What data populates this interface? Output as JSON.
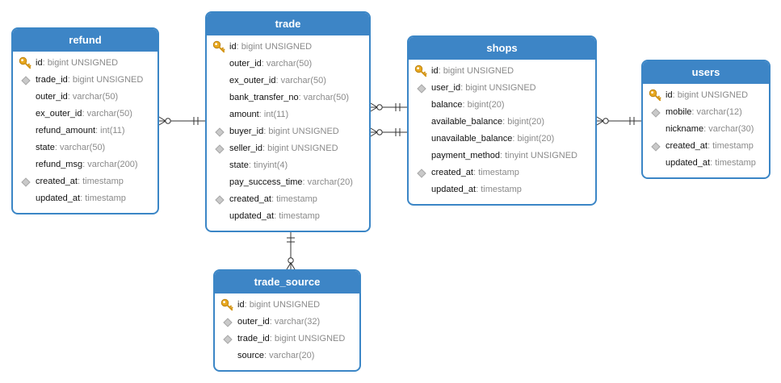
{
  "tables": {
    "refund": {
      "title": "refund",
      "fields": [
        {
          "name": "id",
          "type": "bigint UNSIGNED",
          "icon": "key-icon"
        },
        {
          "name": "trade_id",
          "type": "bigint UNSIGNED",
          "icon": "diamond-icon"
        },
        {
          "name": "outer_id",
          "type": "varchar(50)",
          "icon": ""
        },
        {
          "name": "ex_outer_id",
          "type": "varchar(50)",
          "icon": ""
        },
        {
          "name": "refund_amount",
          "type": "int(11)",
          "icon": ""
        },
        {
          "name": "state",
          "type": "varchar(50)",
          "icon": ""
        },
        {
          "name": "refund_msg",
          "type": "varchar(200)",
          "icon": ""
        },
        {
          "name": "created_at",
          "type": "timestamp",
          "icon": "diamond-icon"
        },
        {
          "name": "updated_at",
          "type": "timestamp",
          "icon": ""
        }
      ]
    },
    "trade": {
      "title": "trade",
      "fields": [
        {
          "name": "id",
          "type": "bigint UNSIGNED",
          "icon": "key-icon"
        },
        {
          "name": "outer_id",
          "type": "varchar(50)",
          "icon": ""
        },
        {
          "name": "ex_outer_id",
          "type": "varchar(50)",
          "icon": ""
        },
        {
          "name": "bank_transfer_no",
          "type": "varchar(50)",
          "icon": ""
        },
        {
          "name": "amount",
          "type": "int(11)",
          "icon": ""
        },
        {
          "name": "buyer_id",
          "type": "bigint UNSIGNED",
          "icon": "diamond-icon"
        },
        {
          "name": "seller_id",
          "type": "bigint UNSIGNED",
          "icon": "diamond-icon"
        },
        {
          "name": "state",
          "type": "tinyint(4)",
          "icon": ""
        },
        {
          "name": "pay_success_time",
          "type": "varchar(20)",
          "icon": ""
        },
        {
          "name": "created_at",
          "type": "timestamp",
          "icon": "diamond-icon"
        },
        {
          "name": "updated_at",
          "type": "timestamp",
          "icon": ""
        }
      ]
    },
    "shops": {
      "title": "shops",
      "fields": [
        {
          "name": "id",
          "type": "bigint UNSIGNED",
          "icon": "key-icon"
        },
        {
          "name": "user_id",
          "type": "bigint UNSIGNED",
          "icon": "diamond-icon"
        },
        {
          "name": "balance",
          "type": "bigint(20)",
          "icon": ""
        },
        {
          "name": "available_balance",
          "type": "bigint(20)",
          "icon": ""
        },
        {
          "name": "unavailable_balance",
          "type": "bigint(20)",
          "icon": ""
        },
        {
          "name": "payment_method",
          "type": "tinyint UNSIGNED",
          "icon": ""
        },
        {
          "name": "created_at",
          "type": "timestamp",
          "icon": "diamond-icon"
        },
        {
          "name": "updated_at",
          "type": "timestamp",
          "icon": ""
        }
      ]
    },
    "users": {
      "title": "users",
      "fields": [
        {
          "name": "id",
          "type": "bigint UNSIGNED",
          "icon": "key-icon"
        },
        {
          "name": "mobile",
          "type": "varchar(12)",
          "icon": "diamond-icon"
        },
        {
          "name": "nickname",
          "type": "varchar(30)",
          "icon": ""
        },
        {
          "name": "created_at",
          "type": "timestamp",
          "icon": "diamond-icon"
        },
        {
          "name": "updated_at",
          "type": "timestamp",
          "icon": ""
        }
      ]
    },
    "trade_source": {
      "title": "trade_source",
      "fields": [
        {
          "name": "id",
          "type": "bigint UNSIGNED",
          "icon": "key-icon"
        },
        {
          "name": "outer_id",
          "type": "varchar(32)",
          "icon": "diamond-icon"
        },
        {
          "name": "trade_id",
          "type": "bigint UNSIGNED",
          "icon": "diamond-icon"
        },
        {
          "name": "source",
          "type": "varchar(20)",
          "icon": ""
        }
      ]
    }
  },
  "relations": [
    {
      "from": "refund",
      "to": "trade",
      "from_end": "many",
      "to_end": "one"
    },
    {
      "from": "trade",
      "to": "shops",
      "from_end": "many",
      "to_end": "one"
    },
    {
      "from": "trade",
      "to": "shops",
      "from_end": "many",
      "to_end": "one"
    },
    {
      "from": "shops",
      "to": "users",
      "from_end": "many",
      "to_end": "one"
    },
    {
      "from": "trade",
      "to": "trade_source",
      "from_end": "one",
      "to_end": "many"
    }
  ],
  "colors": {
    "header": "#3d85c6",
    "border": "#3b86c6",
    "line": "#333333",
    "field_name": "#111111",
    "field_type": "#8a8a8a",
    "key": "#e0a31c"
  }
}
